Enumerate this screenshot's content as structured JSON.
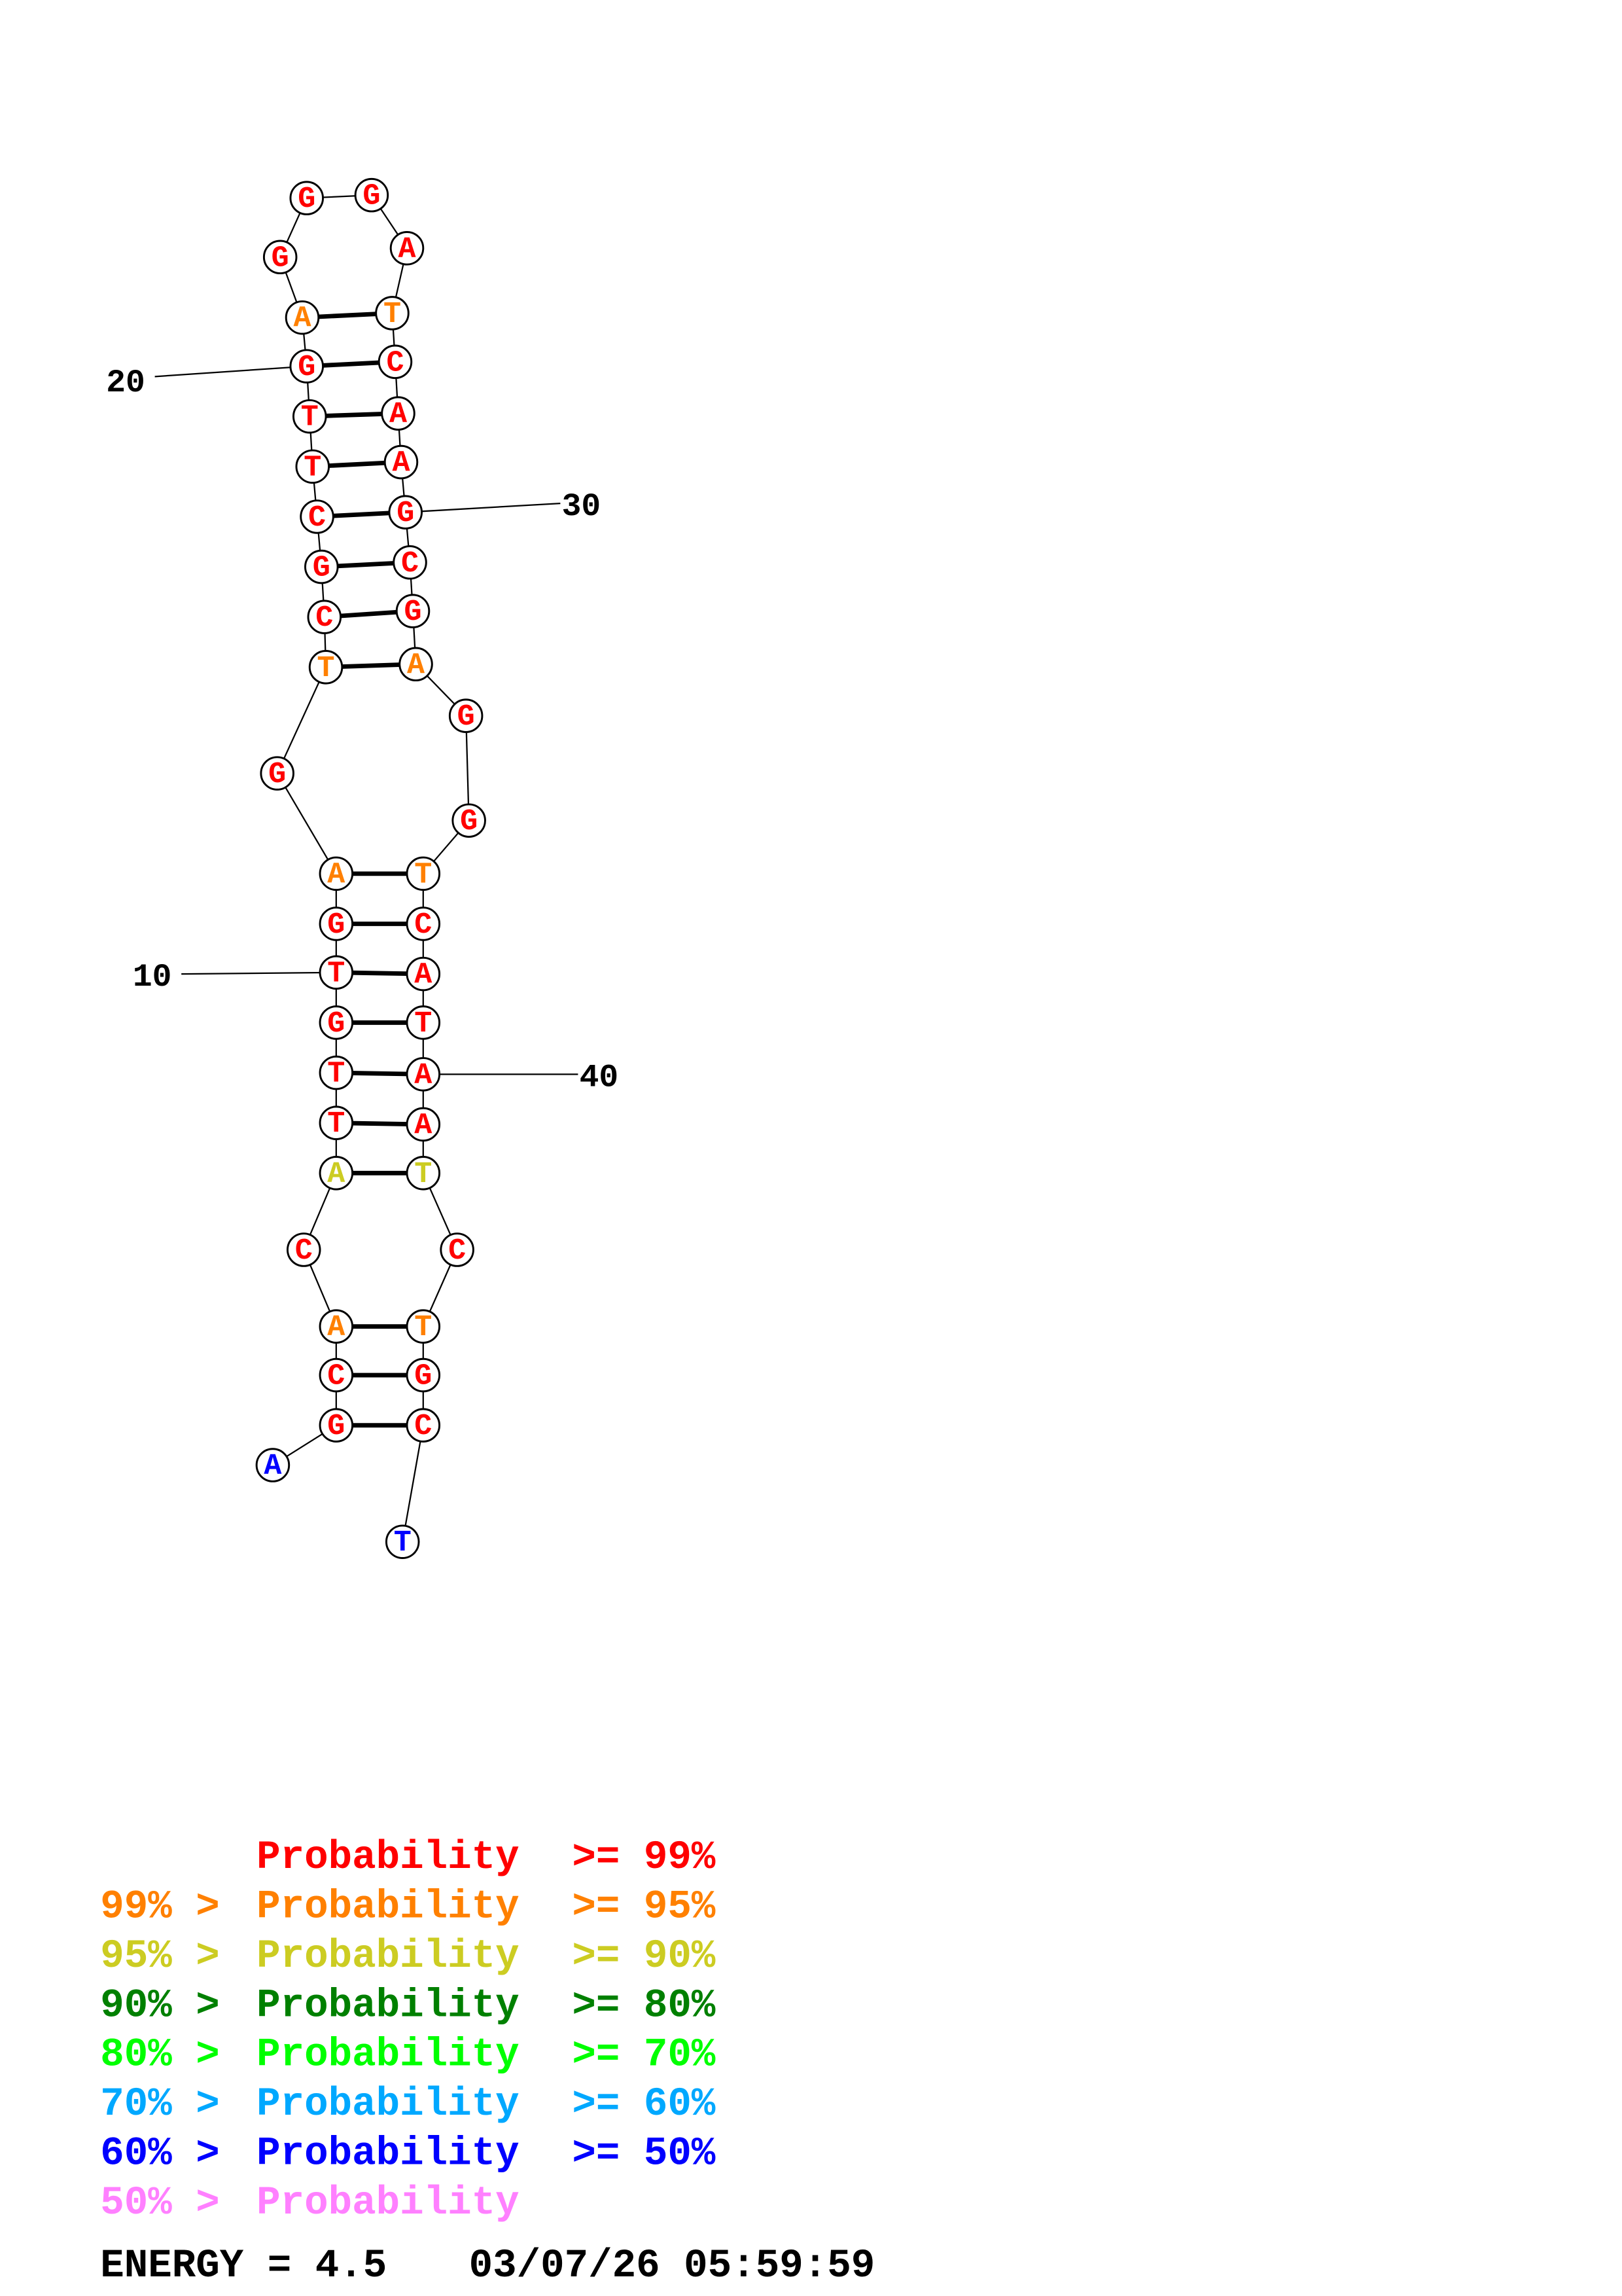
{
  "structure": {
    "sequence": [
      "A",
      "G",
      "C",
      "A",
      "C",
      "A",
      "T",
      "T",
      "G",
      "T",
      "G",
      "A",
      "G",
      "T",
      "C",
      "G",
      "C",
      "T",
      "T",
      "G",
      "A",
      "G",
      "G",
      "G",
      "A",
      "T",
      "C",
      "A",
      "A",
      "G",
      "C",
      "G",
      "A",
      "G",
      "G",
      "T",
      "C",
      "A",
      "T",
      "A",
      "A",
      "T",
      "C",
      "T",
      "G",
      "C",
      "T"
    ],
    "probability_class": [
      6,
      0,
      0,
      1,
      0,
      2,
      0,
      0,
      0,
      0,
      0,
      1,
      0,
      1,
      0,
      0,
      0,
      0,
      0,
      0,
      1,
      0,
      0,
      0,
      0,
      1,
      0,
      0,
      0,
      0,
      0,
      0,
      1,
      0,
      0,
      1,
      0,
      0,
      0,
      0,
      0,
      2,
      0,
      1,
      0,
      0,
      6
    ],
    "pairs": [
      [
        2,
        46
      ],
      [
        3,
        45
      ],
      [
        4,
        44
      ],
      [
        6,
        42
      ],
      [
        7,
        41
      ],
      [
        8,
        40
      ],
      [
        9,
        39
      ],
      [
        10,
        38
      ],
      [
        11,
        37
      ],
      [
        12,
        36
      ],
      [
        14,
        33
      ],
      [
        15,
        32
      ],
      [
        16,
        31
      ],
      [
        17,
        30
      ],
      [
        18,
        29
      ],
      [
        19,
        28
      ],
      [
        20,
        27
      ],
      [
        21,
        26
      ]
    ],
    "position_labels": [
      {
        "index": 10,
        "text": "10"
      },
      {
        "index": 20,
        "text": "20"
      },
      {
        "index": 30,
        "text": "30"
      },
      {
        "index": 40,
        "text": "40"
      }
    ]
  },
  "legend": {
    "colors": [
      "#ff0000",
      "#ff8000",
      "#cccc22",
      "#008000",
      "#00ff00",
      "#00a8ff",
      "#0000ff",
      "#ff80ff"
    ],
    "rows": [
      {
        "prefix": "",
        "middle": "Probability",
        "suffix": ">= 99%"
      },
      {
        "prefix": "99% >",
        "middle": "Probability",
        "suffix": ">= 95%"
      },
      {
        "prefix": "95% >",
        "middle": "Probability",
        "suffix": ">= 90%"
      },
      {
        "prefix": "90% >",
        "middle": "Probability",
        "suffix": ">= 80%"
      },
      {
        "prefix": "80% >",
        "middle": "Probability",
        "suffix": ">= 70%"
      },
      {
        "prefix": "70% >",
        "middle": "Probability",
        "suffix": ">= 60%"
      },
      {
        "prefix": "60% >",
        "middle": "Probability",
        "suffix": ">= 50%"
      },
      {
        "prefix": "50% >",
        "middle": "Probability",
        "suffix": ""
      }
    ]
  },
  "footer": {
    "energy": "ENERGY = 4.5",
    "timestamp": "03/07/26 05:59:59"
  }
}
